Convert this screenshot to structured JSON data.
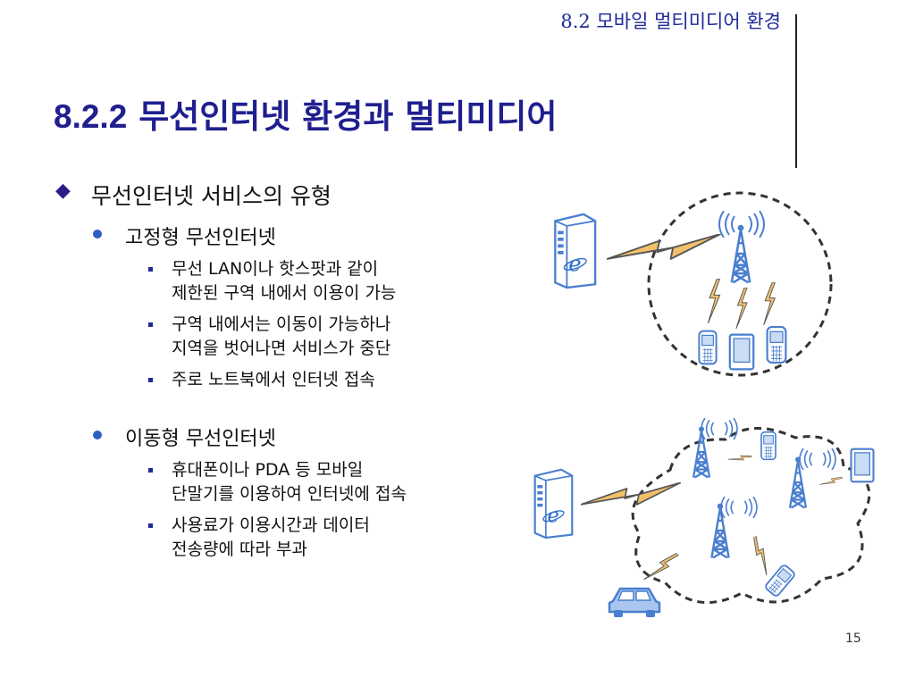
{
  "header": {
    "section": "8.2 모바일 멀티미디어 환경"
  },
  "title": {
    "number": "8.2.2",
    "text": "무선인터넷 환경과 멀티미디어"
  },
  "outline": {
    "main": "무선인터넷 서비스의 유형",
    "fixed": {
      "label": "고정형 무선인터넷",
      "items": [
        {
          "line1": "무선 LAN이나 핫스팟과 같이",
          "line2": "제한된 구역 내에서 이용이 가능"
        },
        {
          "line1": "구역 내에서는 이동이 가능하나",
          "line2": "지역을 벗어나면 서비스가 중단"
        },
        {
          "line1": "주로 노트북에서 인터넷 접속",
          "line2": ""
        }
      ]
    },
    "mobile": {
      "label": "이동형 무선인터넷",
      "items": [
        {
          "line1": "휴대폰이나 PDA 등 모바일",
          "line2": "단말기를 이용하여 인터넷에 접속"
        },
        {
          "line1": "사용료가 이용시간과 데이터",
          "line2": "전송량에 따라 부과"
        }
      ]
    }
  },
  "page_number": "15",
  "colors": {
    "title": "#1f1f8f",
    "header": "#1f2a9a",
    "bullet": "#2f5ec4",
    "lightning": "#f3c06a",
    "device_blue": "#5b8fd6"
  },
  "icons": [
    "server-icon",
    "tower-icon",
    "lightning-icon",
    "phone-icon",
    "pda-icon",
    "car-icon"
  ]
}
